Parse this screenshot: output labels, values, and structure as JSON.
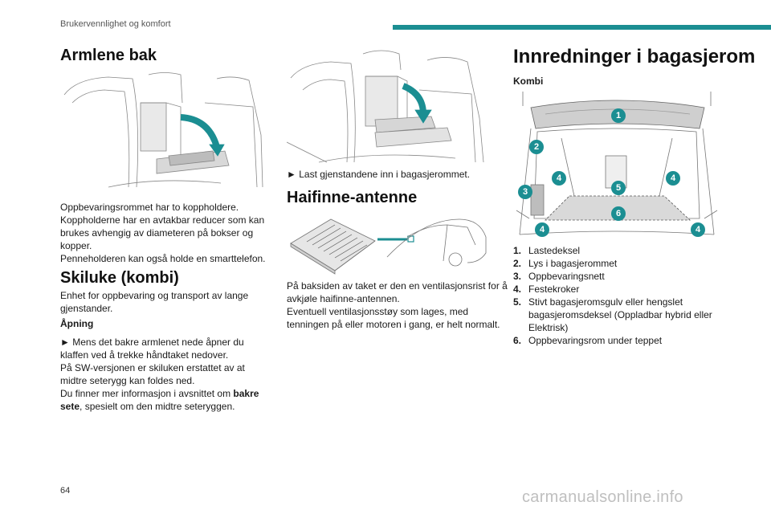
{
  "header": {
    "section": "Brukervennlighet og komfort",
    "accent_color": "#1b8e92"
  },
  "footer": {
    "page_number": "64",
    "watermark": "carmanualsonline.info"
  },
  "armrest": {
    "title": "Armlene bak",
    "p1": "Oppbevaringsrommet har to koppholdere.",
    "p2": "Koppholderne har en avtakbar reducer som kan brukes avhengig av diameteren på bokser og kopper.",
    "p3": "Penneholderen kan også holde en smarttelefon."
  },
  "ski": {
    "title": "Skiluke (kombi)",
    "intro": "Enhet for oppbevaring og transport av lange gjenstander.",
    "opening_title": "Åpning",
    "step_marker": "►",
    "step": "Mens det bakre armlenet nede åpner du klaffen ved å trekke håndtaket nedover.",
    "p_sw": "På SW-versjonen er skiluken erstattet av at midtre seterygg kan foldes ned.",
    "more_pre": "Du finner mer informasjon i avsnittet om ",
    "more_bold": "bakre sete",
    "more_post": ", spesielt om den midtre seteryggen."
  },
  "luggage_load": {
    "marker": "►",
    "text": "Last gjenstandene inn i bagasjerommet."
  },
  "antenna": {
    "title": "Haifinne-antenne",
    "p1": "På baksiden av taket er den en ventilasjonsrist for å avkjøle haifinne-antennen.",
    "p2": "Eventuell ventilasjonsstøy som lages, med tenningen på eller motoren i gang, er helt normalt."
  },
  "trunk": {
    "title": "Innredninger i bagasjerom",
    "subtitle": "Kombi",
    "callout_color": "#1b8e92",
    "callouts": [
      "1",
      "2",
      "3",
      "4",
      "4",
      "5",
      "6",
      "4",
      "4"
    ],
    "items": [
      {
        "num": "1.",
        "text": "Lastedeksel"
      },
      {
        "num": "2.",
        "text": "Lys i bagasjerommet"
      },
      {
        "num": "3.",
        "text": "Oppbevaringsnett"
      },
      {
        "num": "4.",
        "text": "Festekroker"
      },
      {
        "num": "5.",
        "text": "Stivt bagasjeromsgulv eller hengslet bagasjeromsdeksel (Oppladbar hybrid eller Elektrisk)"
      },
      {
        "num": "6.",
        "text": "Oppbevaringsrom under teppet"
      }
    ]
  }
}
